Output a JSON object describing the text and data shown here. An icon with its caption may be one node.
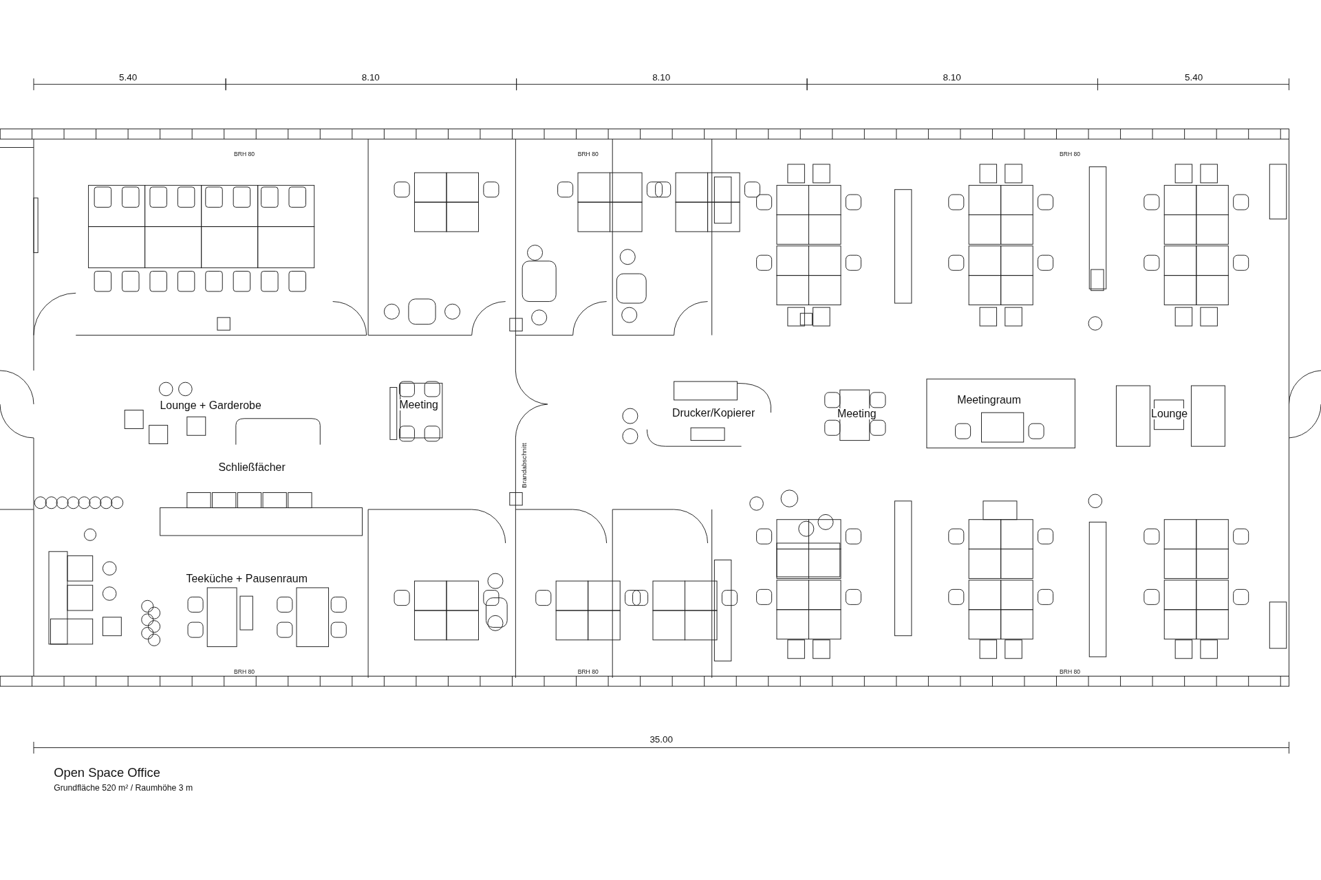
{
  "diagram": {
    "title": "Open Space Office",
    "caption": "Grundfläche 520 m² / Raumhöhe 3 m",
    "labels": [
      "5.40",
      "8.10",
      "8.10",
      "8.10",
      "5.40",
      "BRH 80",
      "BRH 80",
      "BRH 80",
      "Meetingraum",
      "Lounge + Garderobe",
      "Meeting",
      "Drucker/Kopierer",
      "Meeting",
      "Lounge",
      "Brandabschnitt",
      "Schließfächer",
      "Teeküche + Pausenraum",
      "BRH 80",
      "BRH 80",
      "BRH 80",
      "35.00"
    ]
  }
}
